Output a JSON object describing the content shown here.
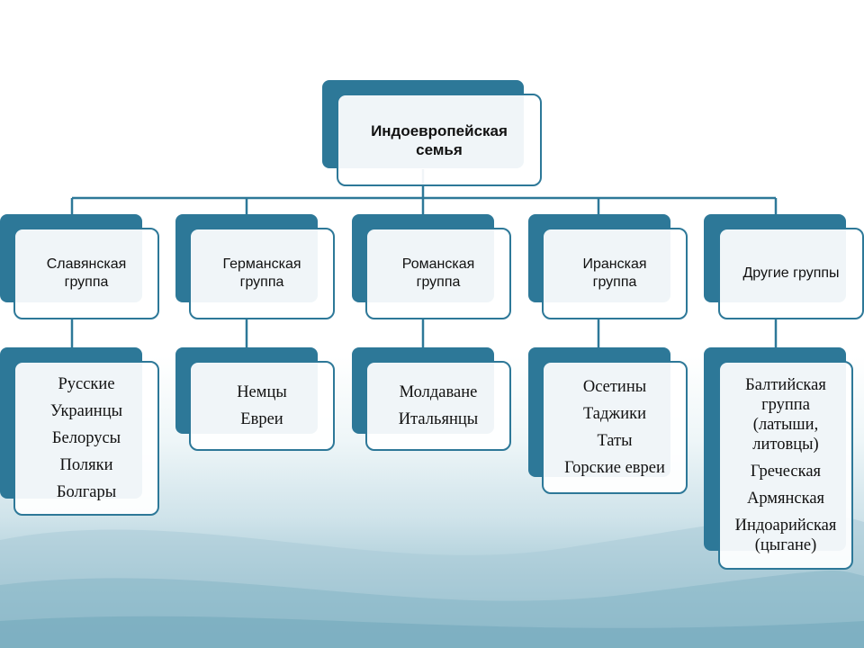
{
  "root": {
    "label_line1": "Индоевропейская",
    "label_line2": "семья"
  },
  "groups": [
    {
      "line1": "Славянская",
      "line2": "группа"
    },
    {
      "line1": "Германская",
      "line2": "группа"
    },
    {
      "line1": "Романская",
      "line2": "группа"
    },
    {
      "line1": "Иранская",
      "line2": "группа"
    },
    {
      "line1": "Другие группы"
    }
  ],
  "members": {
    "slavic": [
      "Русские",
      "Украинцы",
      "Белорусы",
      "Поляки",
      "Болгары"
    ],
    "germanic": [
      "Немцы",
      "Евреи"
    ],
    "romance": [
      "Молдаване",
      "Итальянцы"
    ],
    "iranian": [
      "Осетины",
      "Таджики",
      "Таты",
      "Горские евреи"
    ],
    "other": [
      "Балтийская",
      "группа",
      "(латыши,",
      "литовцы)",
      "Греческая",
      "Армянская",
      "Индоарийская",
      "(цыгане)"
    ]
  },
  "colors": {
    "accent": "#2d7898",
    "border": "#2d7898"
  }
}
